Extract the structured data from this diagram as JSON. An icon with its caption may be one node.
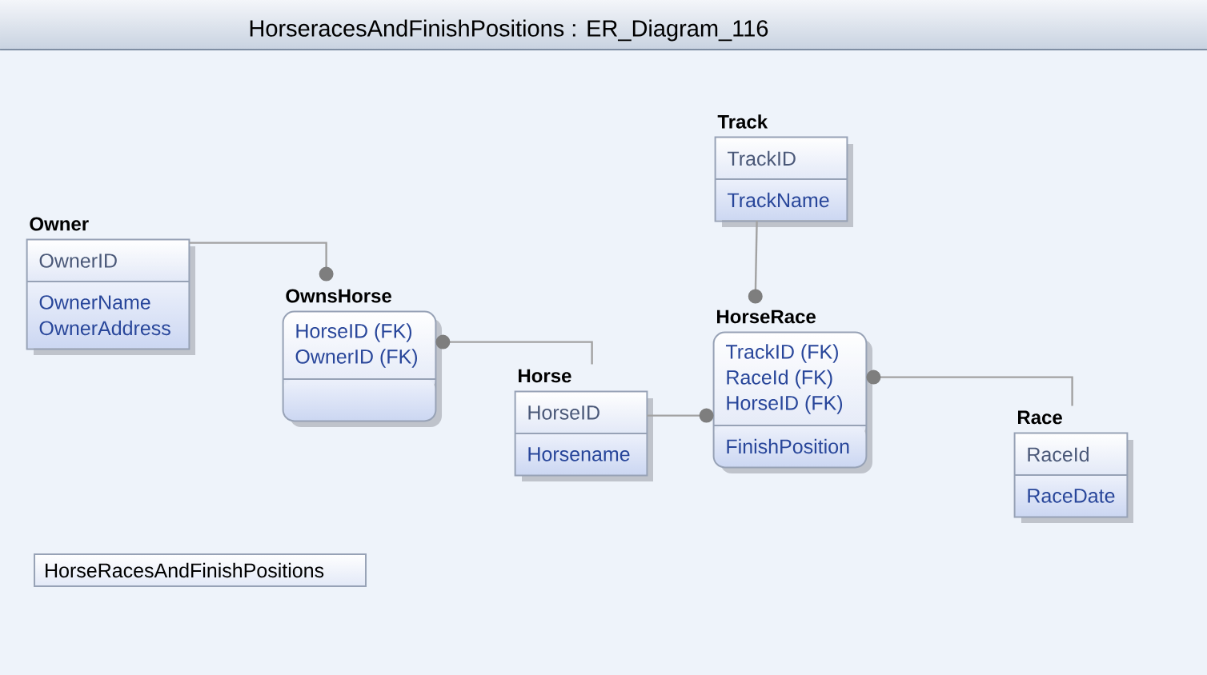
{
  "diagram": {
    "title": "HorseracesAndFinishPositions : ER_Diagram_116",
    "nodes": [
      {
        "text": [
          "Track",
          "TrackID",
          "TrackName"
        ]
      },
      {
        "text": [
          "Owner",
          "OwnerID",
          "OwnerName",
          "OwnerAddress"
        ]
      },
      {
        "text": [
          "OwnsHorse",
          "HorseID (FK)",
          "OwnerID (FK)"
        ]
      },
      {
        "text": [
          "HorseRace",
          "TrackID (FK)",
          "RaceId (FK)",
          "HorseID (FK)",
          "FinishPosition"
        ]
      },
      {
        "text": [
          "Horse",
          "HorseID",
          "Horsename"
        ]
      },
      {
        "text": [
          "Race",
          "RaceId",
          "RaceDate"
        ]
      },
      {
        "text": [
          "HorseRacesAndFinishPositions"
        ]
      }
    ],
    "edges": [
      {
        "from": 1,
        "to": 2,
        "arrow": "other"
      },
      {
        "from": 4,
        "to": 2,
        "arrow": "other"
      },
      {
        "from": 0,
        "to": 3,
        "arrow": "other"
      },
      {
        "from": 4,
        "to": 3,
        "arrow": "other"
      },
      {
        "from": 5,
        "to": 3,
        "arrow": "other"
      }
    ]
  }
}
